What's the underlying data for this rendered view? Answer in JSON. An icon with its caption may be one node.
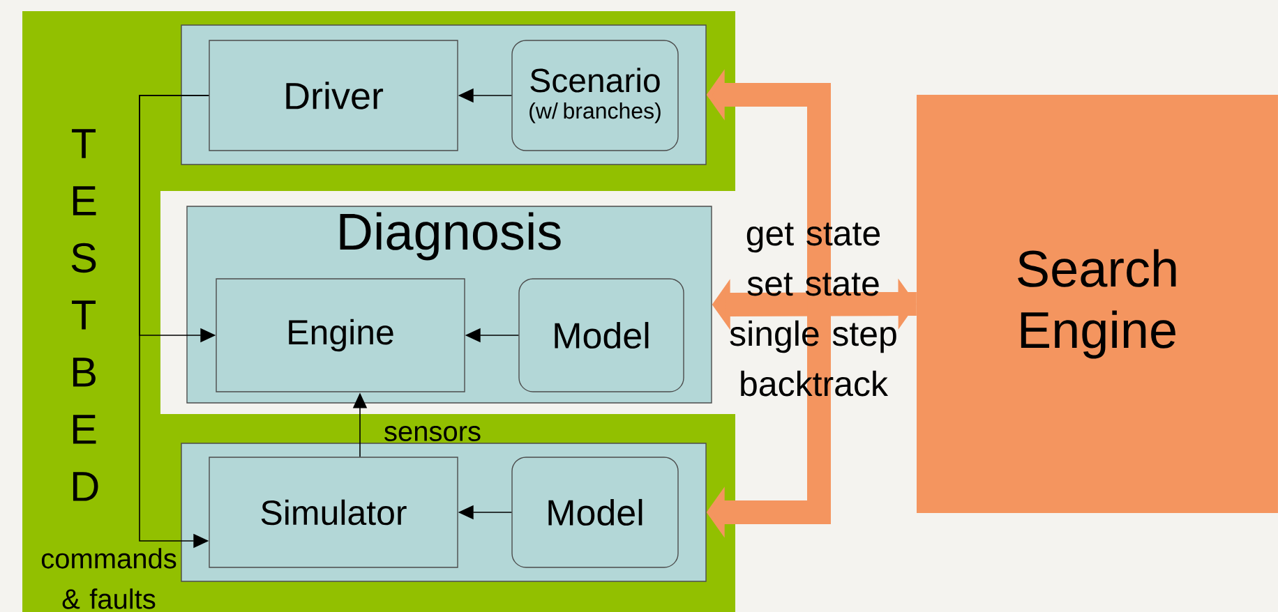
{
  "diagram": {
    "nodes": [
      {
        "text": [
          "T E S T B E D"
        ]
      },
      {
        "text": [],
        "shape": "box",
        "in": 0
      },
      {
        "text": [
          "Driver"
        ],
        "in": 1
      },
      {
        "text": [
          "Scenario",
          "(w/ branches)"
        ],
        "in": 1
      },
      {
        "text": [
          "Diagnosis"
        ]
      },
      {
        "text": [
          "Engine"
        ],
        "in": 4
      },
      {
        "text": [
          "Model"
        ],
        "in": 4
      },
      {
        "text": [],
        "shape": "box",
        "in": 0
      },
      {
        "text": [
          "Simulator"
        ],
        "in": 7
      },
      {
        "text": [
          "Model"
        ],
        "in": 7
      },
      {
        "text": [
          "Search Engine"
        ]
      }
    ],
    "edges": [
      {
        "from": 3,
        "to": 2,
        "arrow": "to"
      },
      {
        "from": 6,
        "to": 5,
        "arrow": "to"
      },
      {
        "from": 9,
        "to": 8,
        "arrow": "to"
      },
      {
        "from": 8,
        "to": 5,
        "arrow": "to",
        "label": "sensors"
      },
      {
        "from": 2,
        "to": 5,
        "arrow": "to"
      },
      {
        "from": 2,
        "to": 8,
        "arrow": "to",
        "label": "commands & faults"
      },
      {
        "from": 10,
        "to": 1,
        "arrow": "to",
        "style": "thick",
        "color": "#f4955f"
      },
      {
        "from": 10,
        "to": 4,
        "arrow": "both",
        "style": "thick",
        "color": "#f4955f",
        "label": "get state set state single step backtrack"
      },
      {
        "from": 10,
        "to": 7,
        "arrow": "to",
        "style": "thick",
        "color": "#f4955f"
      }
    ]
  }
}
